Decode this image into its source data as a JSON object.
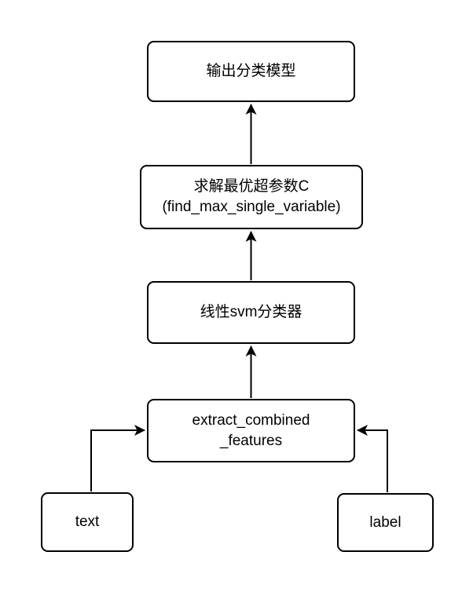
{
  "diagram": {
    "nodes": {
      "output_model": {
        "label": "输出分类模型"
      },
      "find_hyperparameter": {
        "line1": "求解最优超参数C",
        "line2": "(find_max_single_variable)"
      },
      "svm_classifier": {
        "label": "线性svm分类器"
      },
      "extract_features": {
        "line1": "extract_combined",
        "line2": "_features"
      },
      "text_source": {
        "label": "text"
      },
      "label_source": {
        "label": "label"
      }
    },
    "colors": {
      "node_border": "#000000",
      "node_fill": "#ffffff",
      "arrow": "#000000",
      "canvas_background": "#ffffff"
    }
  }
}
